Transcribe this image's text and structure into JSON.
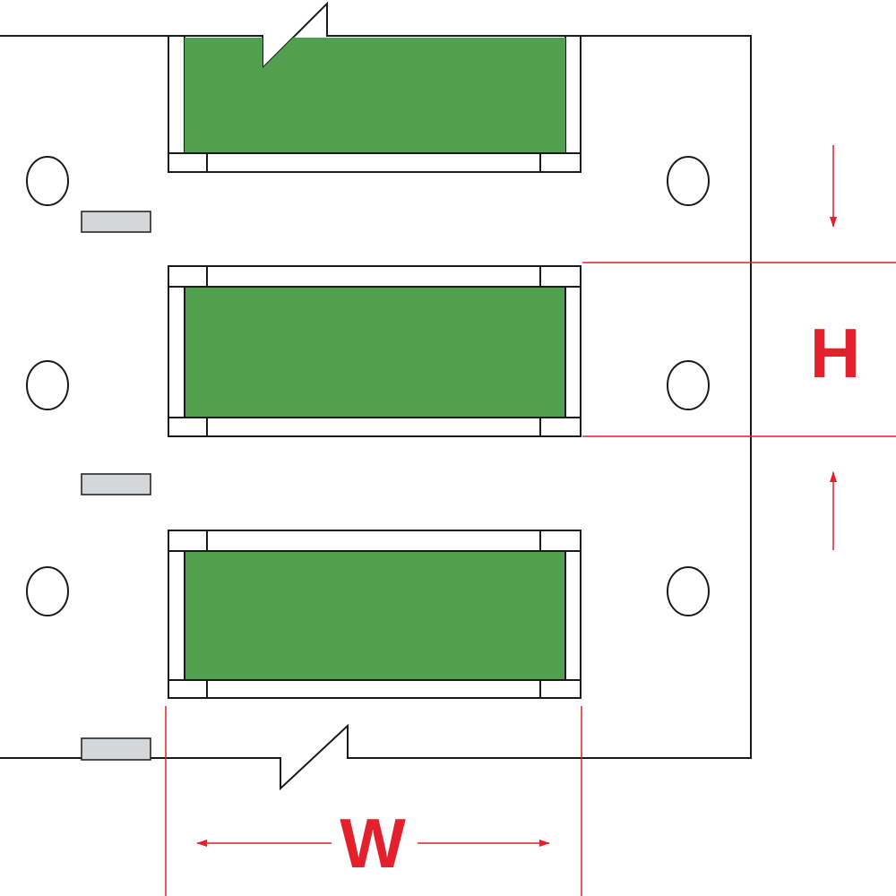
{
  "colors": {
    "outline": "#1a1a1a",
    "label_fill": "#51a04f",
    "dimension": "#e3202b",
    "tab_fill": "#d4d6d8"
  },
  "dimensions": {
    "height_label": "H",
    "width_label": "W"
  },
  "labels": {
    "count_visible": 3
  }
}
